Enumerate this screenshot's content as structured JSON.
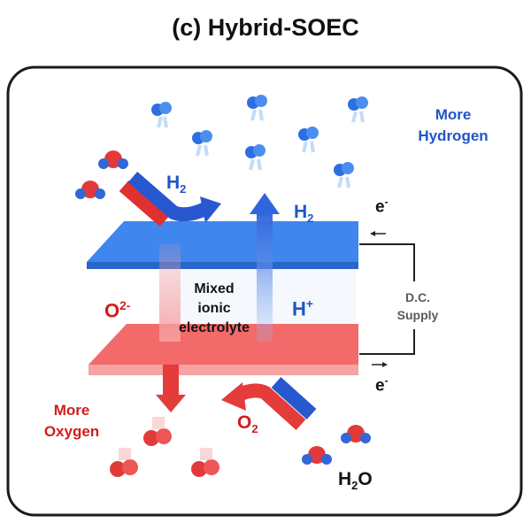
{
  "title": "(c) Hybrid-SOEC",
  "labels": {
    "more_hydrogen": [
      "More",
      "Hydrogen"
    ],
    "more_oxygen": [
      "More",
      "Oxygen"
    ],
    "h2_left": {
      "base": "H",
      "sub": "2"
    },
    "h2_right": {
      "base": "H",
      "sub": "2"
    },
    "electron_top": {
      "base": "e",
      "sup": "-"
    },
    "electron_bottom": {
      "base": "e",
      "sup": "-"
    },
    "o2_ion": {
      "base": "O",
      "sup": "2-"
    },
    "proton": {
      "base": "H",
      "sup": "+"
    },
    "electrolyte": [
      "Mixed",
      "ionic",
      "electrolyte"
    ],
    "supply": [
      "D.C.",
      "Supply"
    ],
    "o2_gas": {
      "base": "O",
      "sub": "2"
    },
    "water": {
      "base": "H",
      "sub": "2",
      "tail": "O"
    }
  },
  "colors": {
    "cathode": "#3f86ee",
    "anode": "#f26a6a",
    "hydrogen": "#1f55c8",
    "oxygen": "#d21c1c"
  }
}
